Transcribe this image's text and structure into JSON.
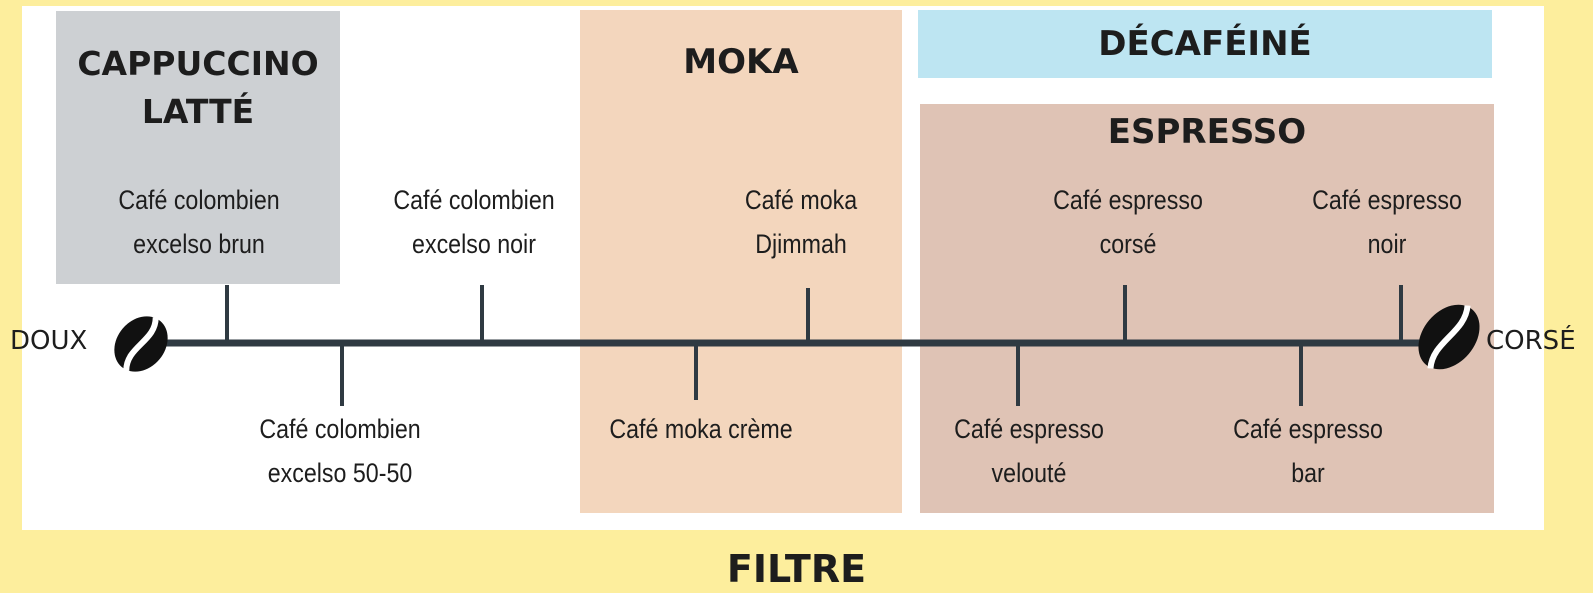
{
  "categories": {
    "cappuccino": "CAPPUCCINO\nLATTÉ",
    "moka": "MOKA",
    "decaf": "DÉCAFÉINÉ",
    "espresso": "ESPRESSO"
  },
  "scale": {
    "start": "DOUX",
    "end": "CORSÉ"
  },
  "footer": {
    "title": "FILTRE"
  },
  "coffees": [
    {
      "name": "Café colombien\nexcelso brun"
    },
    {
      "name": "Café colombien\nexcelso 50-50"
    },
    {
      "name": "Café colombien\nexcelso noir"
    },
    {
      "name": "Café moka crème"
    },
    {
      "name": "Café moka\nDjimmah"
    },
    {
      "name": "Café espresso\nvelouté"
    },
    {
      "name": "Café espresso\ncorsé"
    },
    {
      "name": "Café espresso\nbar"
    },
    {
      "name": "Café espresso\nnoir"
    }
  ],
  "colors": {
    "background": "#fdee9d",
    "panel": "#ffffff",
    "cappuccino": "#cdd0d3",
    "moka": "#f3d6bd",
    "decaf": "#bde5f2",
    "espresso": "#dfc3b5",
    "line": "#2f3a42"
  },
  "icons": {
    "start": "coffee-bean-icon",
    "end": "coffee-bean-icon"
  }
}
